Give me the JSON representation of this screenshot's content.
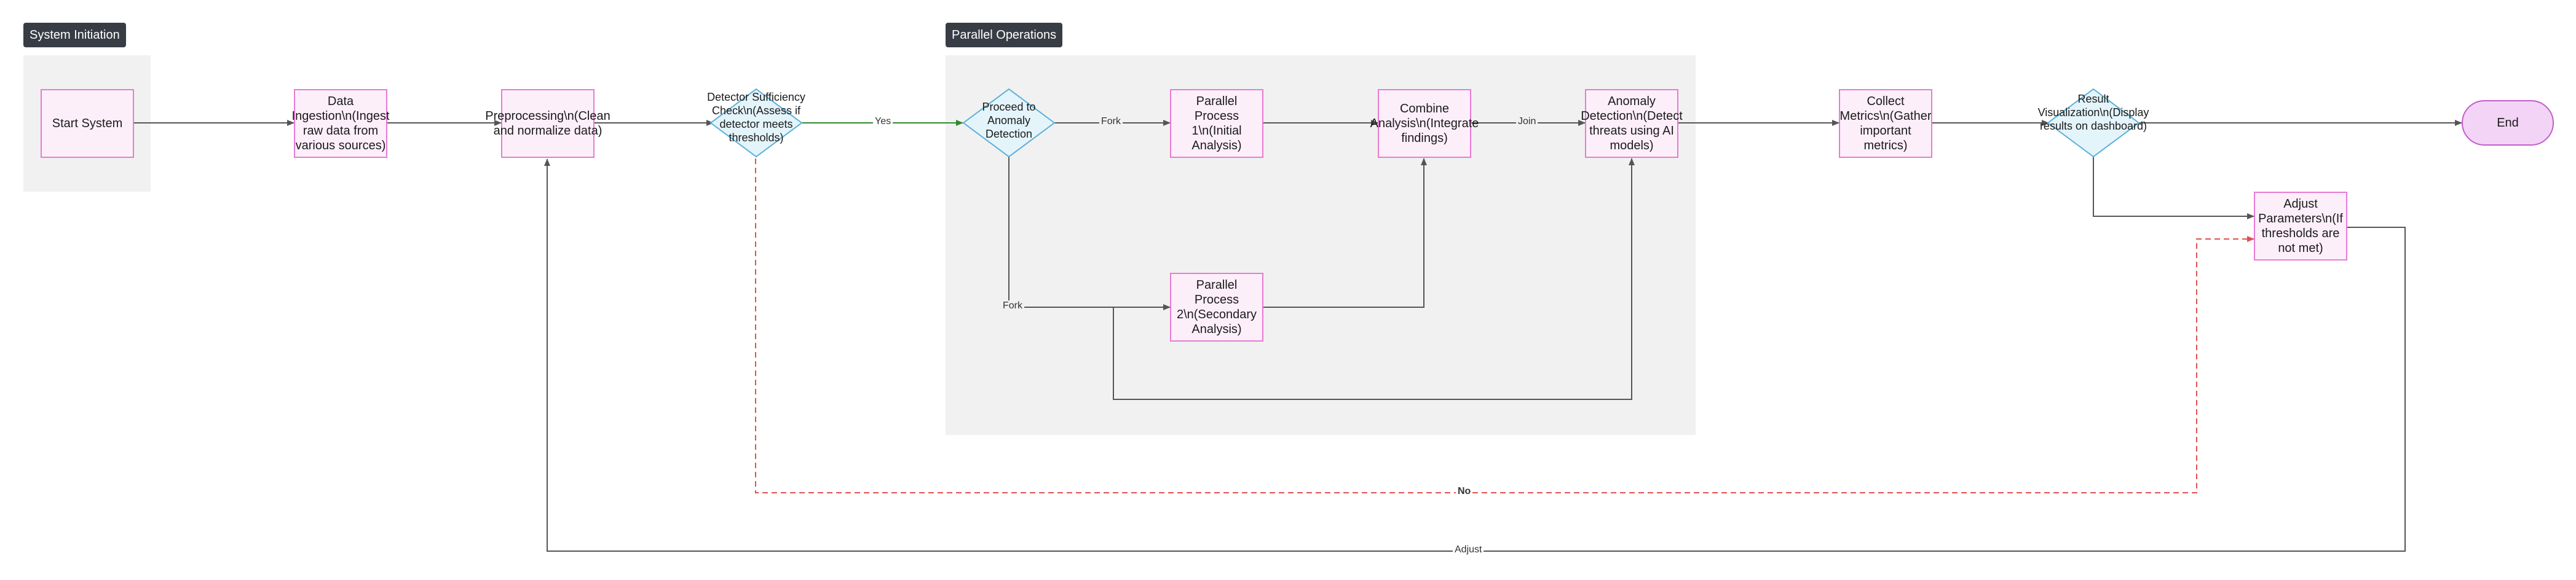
{
  "groups": {
    "system_initiation": "System Initiation",
    "parallel_operations": "Parallel Operations"
  },
  "nodes": {
    "start": "Start System",
    "ingestion": "Data Ingestion\\n(Ingest raw data from various sources)",
    "preprocessing": "Preprocessing\\n(Clean and normalize data)",
    "sufficiency": "Detector Sufficiency Check\\n(Assess if detector meets thresholds)",
    "proceed": "Proceed to Anomaly Detection",
    "parallel1": "Parallel Process 1\\n(Initial Analysis)",
    "parallel2": "Parallel Process 2\\n(Secondary Analysis)",
    "combine": "Combine Analysis\\n(Integrate findings)",
    "anomaly": "Anomaly Detection\\n(Detect threats using AI models)",
    "metrics": "Collect Metrics\\n(Gather important metrics)",
    "visualization": "Result Visualization\\n(Display results on dashboard)",
    "adjust": "Adjust Parameters\\n(If thresholds are not met)",
    "end": "End"
  },
  "edge_labels": {
    "yes": "Yes",
    "fork1": "Fork",
    "fork2": "Fork",
    "join": "Join",
    "no": "No",
    "adjust": "Adjust"
  },
  "colors": {
    "line": "#555555",
    "yes_line": "#2e8b2e",
    "no_line": "#e05050",
    "decision_fill": "#e4f4fb",
    "decision_stroke": "#5ab0d8"
  }
}
